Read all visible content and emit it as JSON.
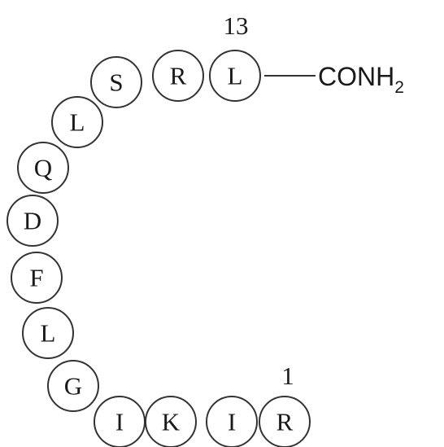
{
  "peptide": {
    "residues": [
      {
        "position": 1,
        "letter": "R"
      },
      {
        "position": 2,
        "letter": "I"
      },
      {
        "position": 3,
        "letter": "K"
      },
      {
        "position": 4,
        "letter": "I"
      },
      {
        "position": 5,
        "letter": "G"
      },
      {
        "position": 6,
        "letter": "L"
      },
      {
        "position": 7,
        "letter": "F"
      },
      {
        "position": 8,
        "letter": "D"
      },
      {
        "position": 9,
        "letter": "Q"
      },
      {
        "position": 10,
        "letter": "L"
      },
      {
        "position": 11,
        "letter": "S"
      },
      {
        "position": 12,
        "letter": "R"
      },
      {
        "position": 13,
        "letter": "L"
      }
    ],
    "start_number": "1",
    "end_number": "13",
    "c_terminus": {
      "group": "CONH",
      "subscript": "2"
    }
  }
}
